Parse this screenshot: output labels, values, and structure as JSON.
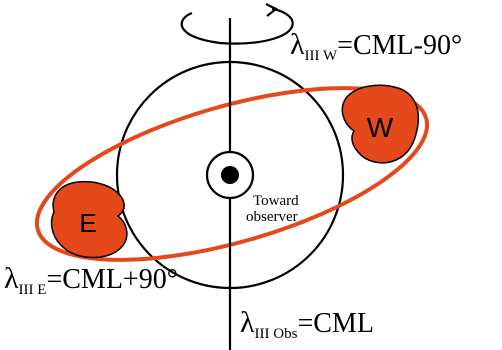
{
  "labels": {
    "west": {
      "lambda": "λ",
      "sub": "III W",
      "eq": "=CML-90°"
    },
    "east": {
      "lambda": "λ",
      "sub": "III E",
      "eq": "=CML+90°"
    },
    "obs": {
      "lambda": "λ",
      "sub": "III Obs",
      "eq": "=CML"
    },
    "toward_line1": "Toward",
    "toward_line2": "observer",
    "w_blob": "W",
    "e_blob": "E"
  },
  "colors": {
    "orbit": "#e5481a",
    "blob_fill": "#e5481a",
    "ink": "#000000"
  }
}
